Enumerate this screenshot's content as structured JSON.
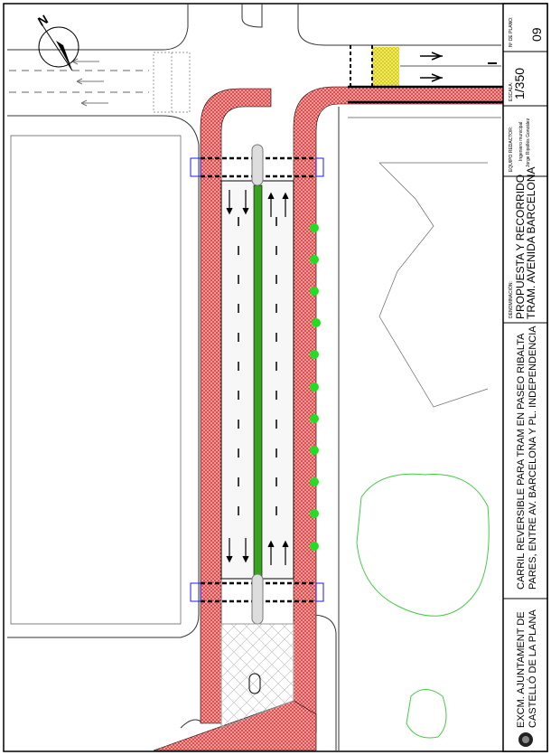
{
  "title_block": {
    "plan_number_label": "Nº DE PLANO:",
    "plan_number": "09",
    "scale_label": "ESCALA:",
    "scale": "1/350",
    "team_label": "EQUIPO REDACTOR:",
    "team_line1": "Ingeniero municipal",
    "team_line2": "Jorge Ripollés González",
    "denomination_label": "DENOMINACIÓN:",
    "denomination_line1": "PROPUESTA Y RECORRIDO",
    "denomination_line2": "TRAM. AVENIDA BARCELONA",
    "project_line1": "CARRIL REVERSIBLE PARA TRAM EN PASEO RIBALTA",
    "project_line2": "PARES, ENTRE AV. BARCELONA Y PL. INDEPENDENCIA",
    "org_line1": "EXCM. AJUNTAMENT DE",
    "org_line2": "CASTELLÓ DE LA PLANA"
  },
  "north_label": "N",
  "colors": {
    "sidewalk": "#e23a3a",
    "median": "#3aa21e",
    "tree": "#22dd22",
    "crossing": "#1a1aff",
    "yellow": "#f4ef6a"
  }
}
